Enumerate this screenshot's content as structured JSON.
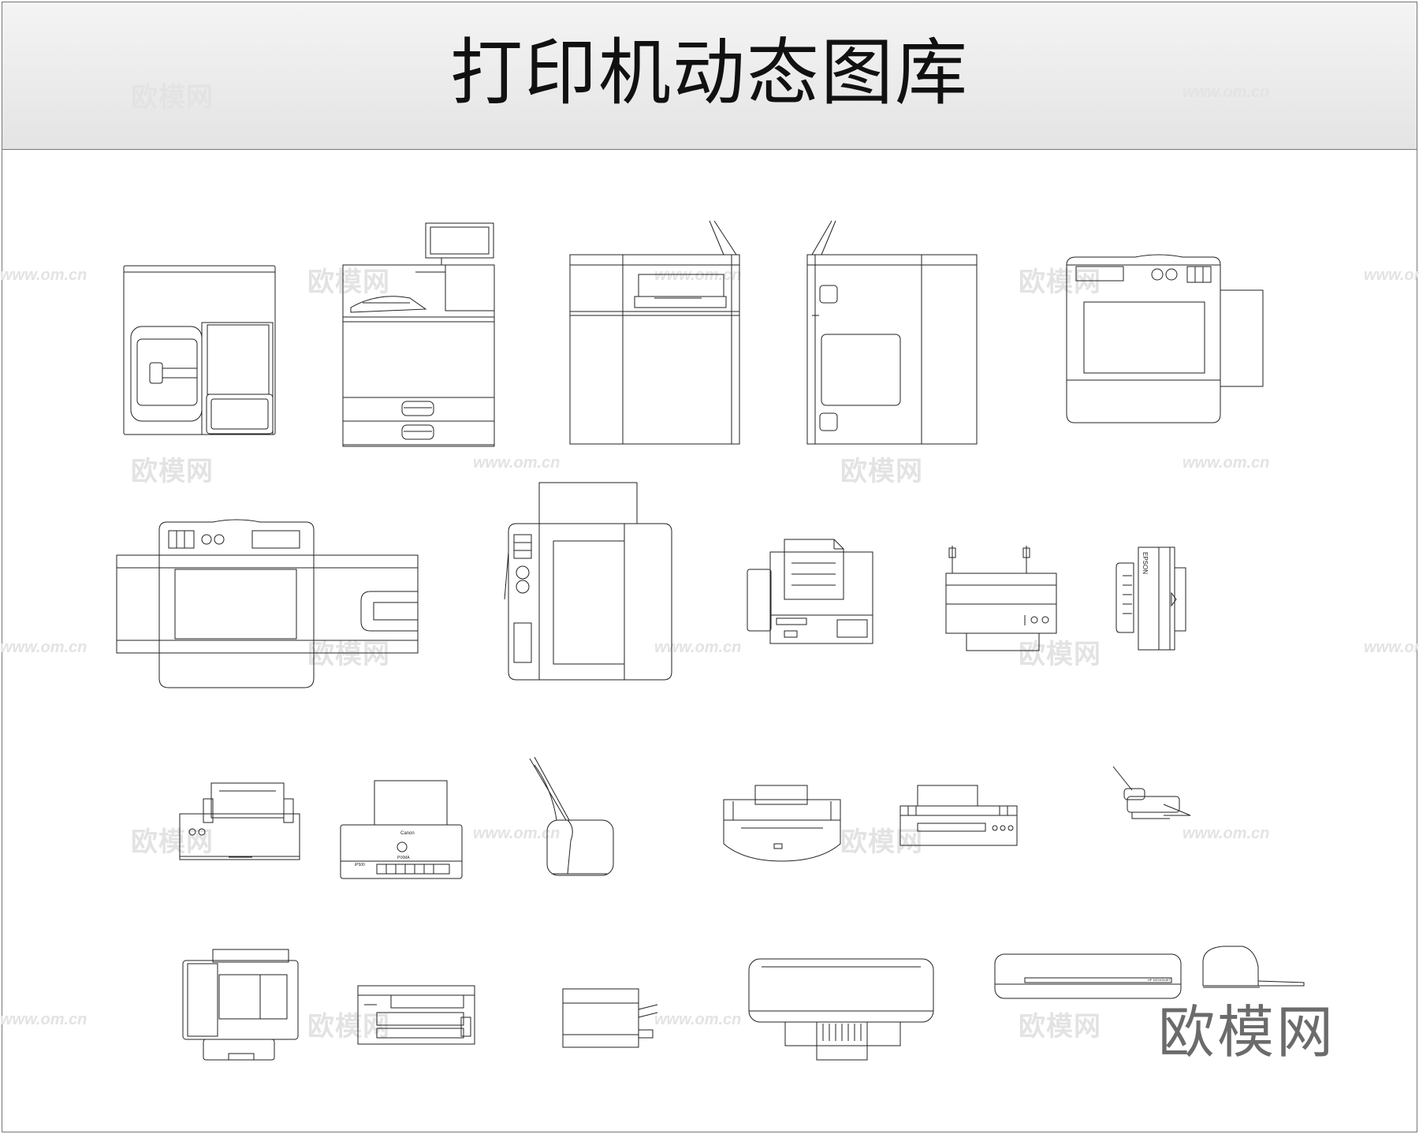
{
  "page": {
    "title": "打印机动态图库"
  },
  "watermarks": {
    "cn": "欧模网",
    "url": "www.om.cn"
  },
  "brand_logo": {
    "text": "欧模网"
  },
  "printer_labels": {
    "epson": "EPSON",
    "canon": "Canon",
    "model_ip": "iP500",
    "model_pixma": "PIXMA",
    "hp": "HP DESIGNJET"
  }
}
